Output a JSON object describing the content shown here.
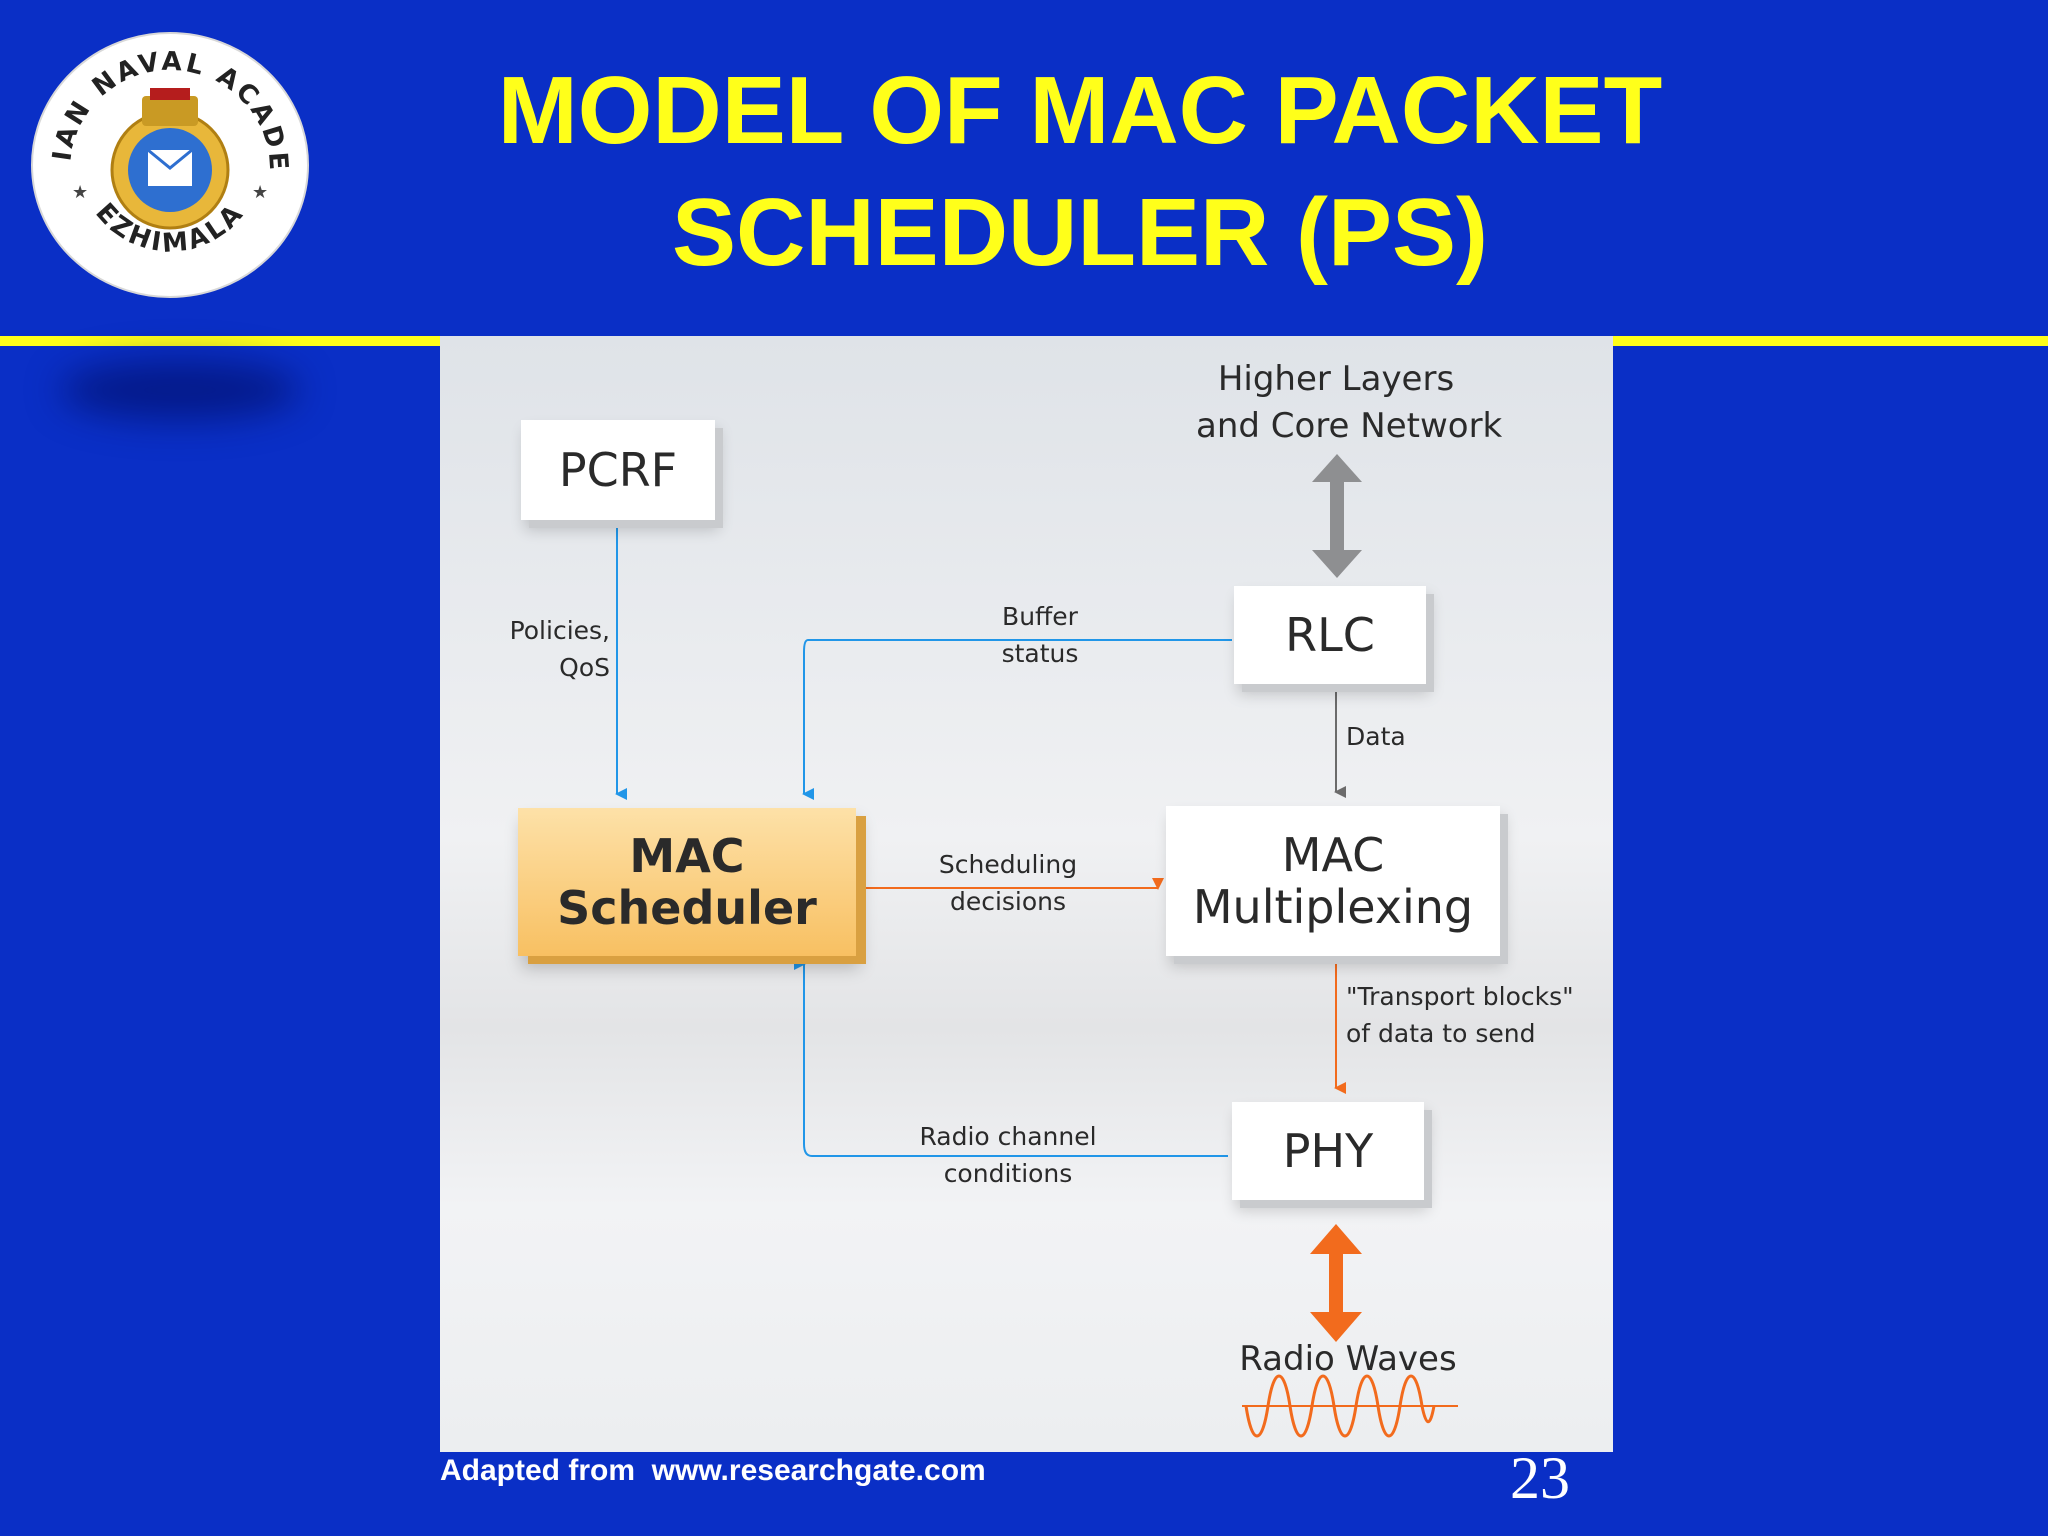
{
  "slide": {
    "title_line1": "MODEL OF MAC PACKET",
    "title_line2": "SCHEDULER (PS)",
    "footer": "Adapted from  www.researchgate.com",
    "page_number": "23"
  },
  "logo": {
    "text_top": "INDIAN NAVAL ACADEMY",
    "text_bottom": "EZHIMALA",
    "icon": "naval-academy-crest"
  },
  "diagram": {
    "higher_layers_line1": "Higher Layers",
    "higher_layers_line2": "and Core Network",
    "pcrf": "PCRF",
    "rlc": "RLC",
    "mac_scheduler_line1": "MAC",
    "mac_scheduler_line2": "Scheduler",
    "mac_mux_line1": "MAC",
    "mac_mux_line2": "Multiplexing",
    "phy": "PHY",
    "radio_waves": "Radio Waves",
    "policies_line1": "Policies,",
    "policies_line2": "QoS",
    "buffer_line1": "Buffer",
    "buffer_line2": "status",
    "data_label": "Data",
    "scheduling_line1": "Scheduling",
    "scheduling_line2": "decisions",
    "transport_line1": "\"Transport blocks\"",
    "transport_line2": "of data to send",
    "radio_channel_line1": "Radio channel",
    "radio_channel_line2": "conditions"
  },
  "colors": {
    "background": "#0a2fc6",
    "title": "#ffff1a",
    "accent_orange": "#f26b1d",
    "link_blue": "#2196e8",
    "scheduler_fill": "#f9c46a"
  }
}
